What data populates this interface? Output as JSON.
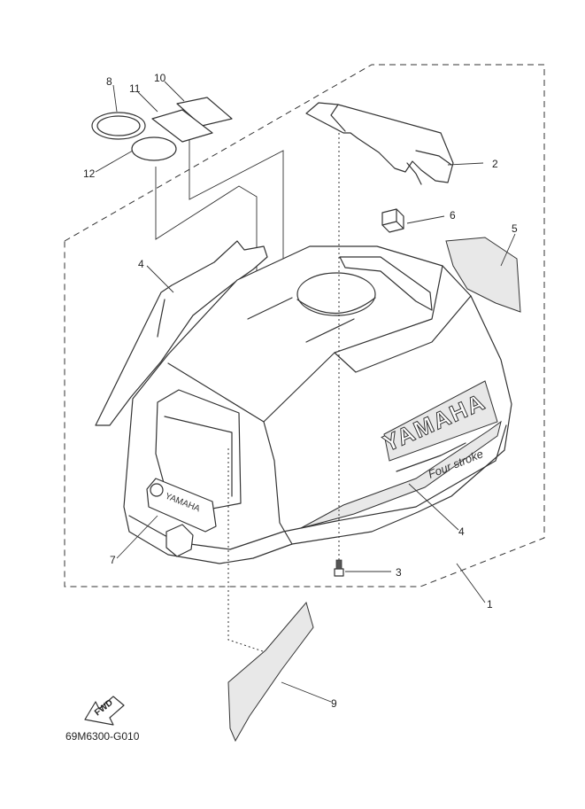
{
  "diagram": {
    "part_code": "69M6300-G010",
    "fwd_label": "FWD",
    "brand_text": "YAMAHA",
    "model_text": "Four stroke",
    "callouts": [
      {
        "id": "c1",
        "num": "1"
      },
      {
        "id": "c2",
        "num": "2"
      },
      {
        "id": "c3",
        "num": "3"
      },
      {
        "id": "c4a",
        "num": "4"
      },
      {
        "id": "c4b",
        "num": "4"
      },
      {
        "id": "c5",
        "num": "5"
      },
      {
        "id": "c6",
        "num": "6"
      },
      {
        "id": "c7",
        "num": "7"
      },
      {
        "id": "c8",
        "num": "8"
      },
      {
        "id": "c9",
        "num": "9"
      },
      {
        "id": "c10",
        "num": "10"
      },
      {
        "id": "c11",
        "num": "11"
      },
      {
        "id": "c12",
        "num": "12"
      }
    ]
  }
}
